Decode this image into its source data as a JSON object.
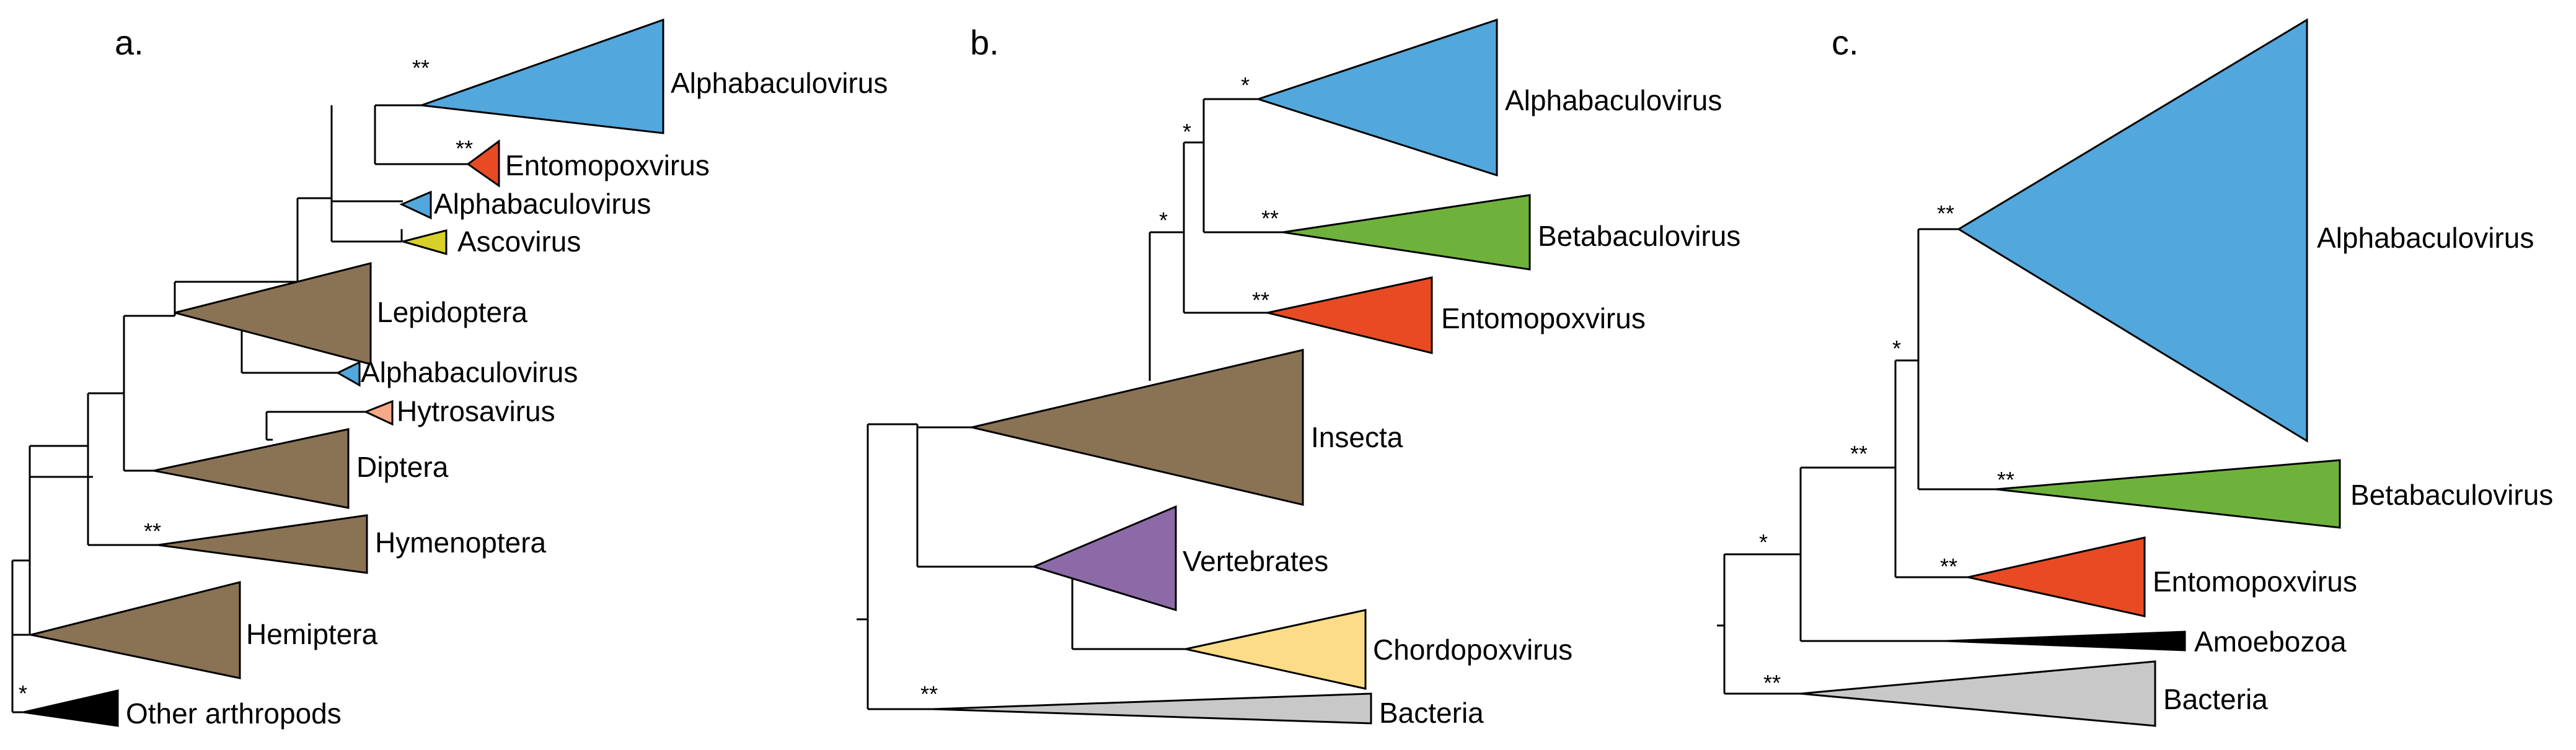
{
  "panels": [
    {
      "id": "a",
      "label": "a.",
      "clades": [
        {
          "name": "Alphabaculovirus",
          "color": "#52a7dc",
          "support": "**"
        },
        {
          "name": "Entomopoxvirus",
          "color": "#e84b23",
          "support": "**"
        },
        {
          "name": "Alphabaculovirus",
          "color": "#52a7dc",
          "support": ""
        },
        {
          "name": "Ascovirus",
          "color": "#d7d02a",
          "support": ""
        },
        {
          "name": "Lepidoptera",
          "color": "#8a7254",
          "support": ""
        },
        {
          "name": "Alphabaculovirus",
          "color": "#52a7dc",
          "support": ""
        },
        {
          "name": "Hytrosavirus",
          "color": "#f4a987",
          "support": ""
        },
        {
          "name": "Diptera",
          "color": "#8a7254",
          "support": ""
        },
        {
          "name": "Hymenoptera",
          "color": "#8a7254",
          "support": "**"
        },
        {
          "name": "Hemiptera",
          "color": "#8a7254",
          "support": ""
        },
        {
          "name": "Other arthropods",
          "color": "#000000",
          "support": "*"
        }
      ]
    },
    {
      "id": "b",
      "label": "b.",
      "clades": [
        {
          "name": "Alphabaculovirus",
          "color": "#52a7dc",
          "support": "*"
        },
        {
          "name": "Betabaculovirus",
          "color": "#6fb23b",
          "support": "**"
        },
        {
          "name": "Entomopoxvirus",
          "color": "#e84b23",
          "support": "**"
        },
        {
          "name": "Insecta",
          "color": "#8a7254",
          "support": ""
        },
        {
          "name": "Vertebrates",
          "color": "#8c6aa7",
          "support": ""
        },
        {
          "name": "Chordopoxvirus",
          "color": "#fcdc86",
          "support": ""
        },
        {
          "name": "Bacteria",
          "color": "#c8c8c8",
          "support": "**"
        }
      ],
      "internal_support": [
        "*",
        "*"
      ]
    },
    {
      "id": "c",
      "label": "c.",
      "clades": [
        {
          "name": "Alphabaculovirus",
          "color": "#52a7dc",
          "support": "**"
        },
        {
          "name": "Betabaculovirus",
          "color": "#6fb23b",
          "support": "**"
        },
        {
          "name": "Entomopoxvirus",
          "color": "#e84b23",
          "support": "**"
        },
        {
          "name": "Amoebozoa",
          "color": "#000000",
          "support": ""
        },
        {
          "name": "Bacteria",
          "color": "#c8c8c8",
          "support": "**"
        }
      ],
      "internal_support": [
        "*",
        "**",
        "*"
      ]
    }
  ]
}
